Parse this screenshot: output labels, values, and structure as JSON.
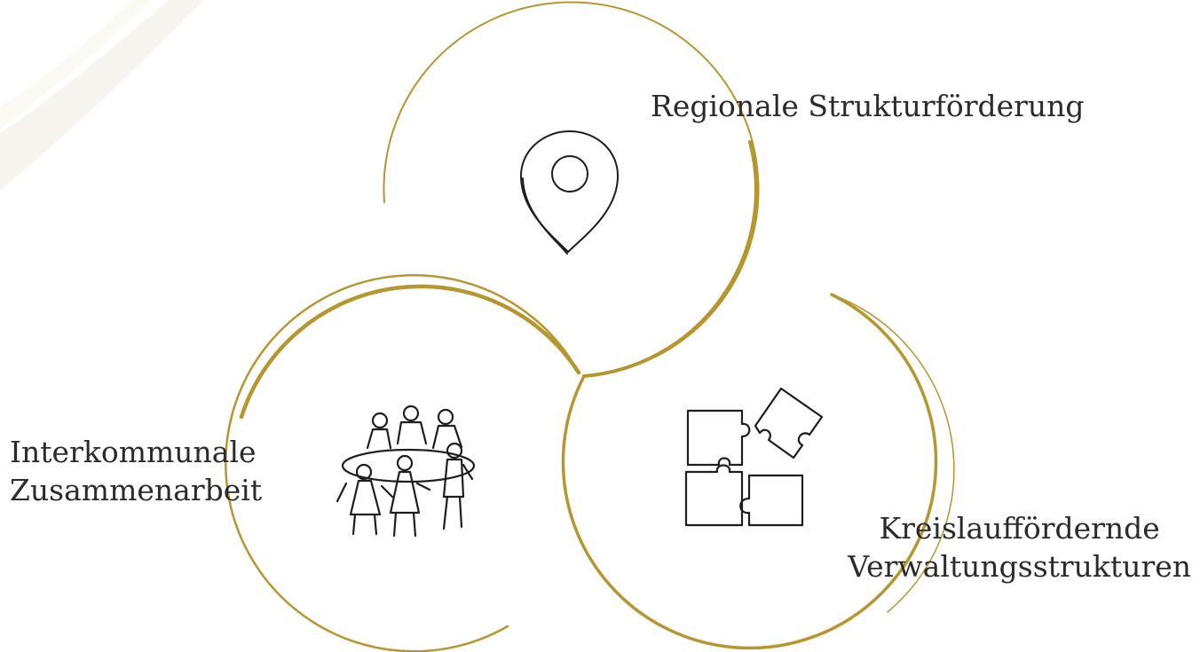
{
  "colors": {
    "circle_stroke": "#b8962e",
    "icon_stroke": "#1e1e1e",
    "text": "#2b2b2b",
    "background": "#ffffff"
  },
  "circles": [
    {
      "label_lines": [
        "Regionale Strukturförderung"
      ],
      "icon": "map-pin-icon"
    },
    {
      "label_lines": [
        "Interkommunale",
        "Zusammenarbeit"
      ],
      "icon": "people-group-icon"
    },
    {
      "label_lines": [
        "Kreislauffördernde",
        "Verwaltungsstrukturen"
      ],
      "icon": "puzzle-pieces-icon"
    }
  ]
}
